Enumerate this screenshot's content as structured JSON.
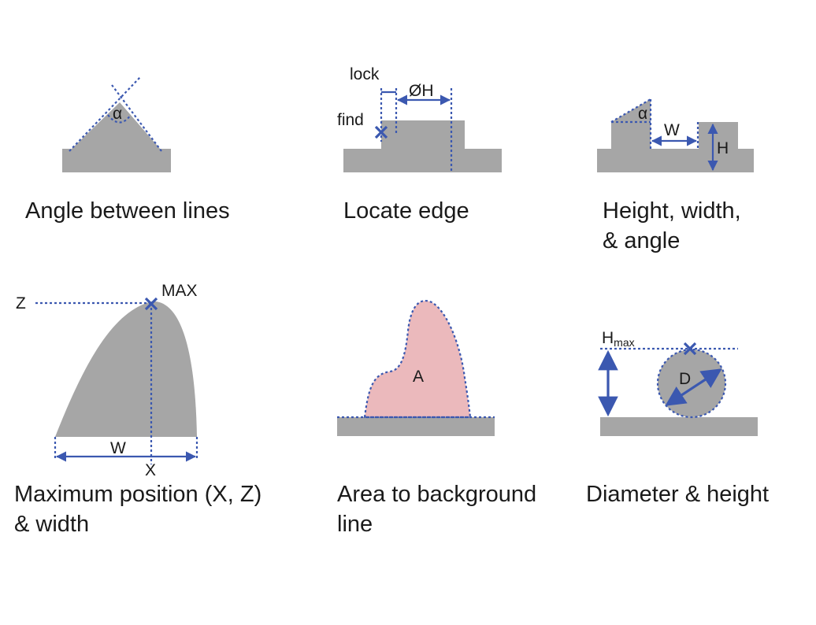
{
  "panels": {
    "angle": {
      "caption": "Angle between lines",
      "symbol": "α"
    },
    "edge": {
      "caption": "Locate edge",
      "lock": "lock",
      "find": "find",
      "diameter": "ØH"
    },
    "hwa": {
      "caption_line1": "Height, width,",
      "caption_line2": "& angle",
      "alpha": "α",
      "w": "W",
      "h": "H"
    },
    "maxpos": {
      "caption_line1": "Maximum position (X, Z)",
      "caption_line2": "& width",
      "max": "MAX",
      "z": "Z",
      "w": "W",
      "x": "X"
    },
    "area": {
      "caption_line1": "Area to background",
      "caption_line2": "line",
      "a": "A"
    },
    "diam": {
      "caption": "Diameter & height",
      "h": "H",
      "h_sub": "max",
      "d": "D"
    }
  },
  "colors": {
    "shape": "#a6a6a6",
    "annotation": "#3b58b0",
    "area_fill": "#ebb9bc"
  }
}
